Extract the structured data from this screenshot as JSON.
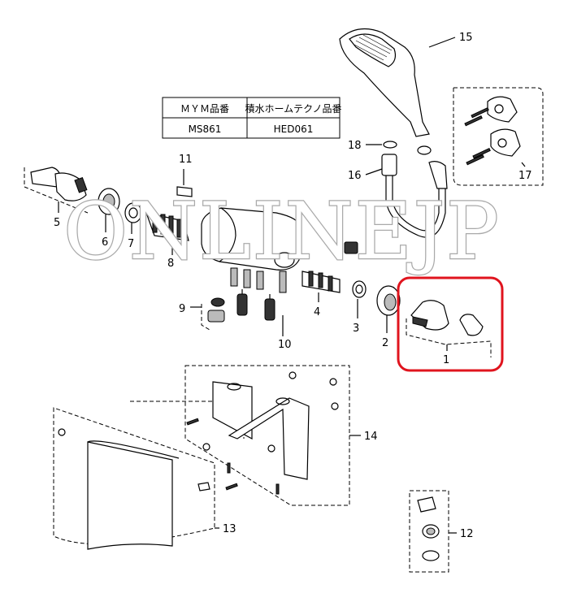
{
  "table": {
    "header_left": "ＭＹＭ品番",
    "header_right": "積水ホームテクノ品番",
    "value_left": "MS861",
    "value_right": "HED061"
  },
  "callouts": {
    "c1": "1",
    "c2": "2",
    "c3": "3",
    "c4": "4",
    "c5": "5",
    "c6": "6",
    "c7": "7",
    "c8": "8",
    "c9": "9",
    "c10": "10",
    "c11": "11",
    "c12": "12",
    "c13": "13",
    "c14": "14",
    "c15": "15",
    "c16": "16",
    "c17": "17",
    "c18": "18"
  },
  "watermark": "ONLINEJP",
  "highlight_color": "#e0141e"
}
